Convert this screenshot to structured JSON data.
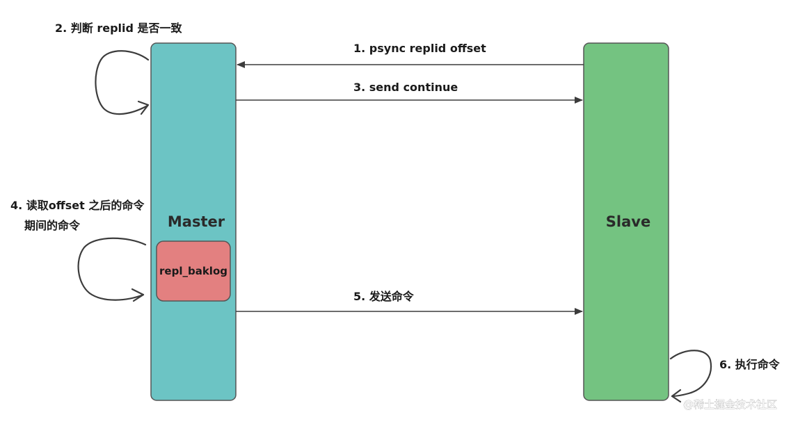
{
  "nodes": {
    "master": {
      "title": "Master",
      "fill": "#6cc4c4"
    },
    "slave": {
      "title": "Slave",
      "fill": "#74c381"
    },
    "buffer": {
      "label": "repl_baklog",
      "fill": "#e38080"
    }
  },
  "messages": [
    {
      "label": "1. psync replid offset",
      "from": "slave",
      "to": "master"
    },
    {
      "label": "3. send continue",
      "from": "master",
      "to": "slave"
    },
    {
      "label": "5. 发送命令",
      "from": "master",
      "to": "slave"
    }
  ],
  "self_loops": {
    "step2": {
      "label": "2. 判断 replid 是否一致",
      "node": "master"
    },
    "step4": {
      "line1": "4. 读取offset 之后的命令",
      "line2": "期间的命令",
      "node": "master"
    },
    "step6": {
      "label": "6. 执行命令",
      "node": "slave"
    }
  },
  "watermark": "@稀土掘金技术社区",
  "colors": {
    "line": "#3c3c3c",
    "border": "#555555"
  }
}
